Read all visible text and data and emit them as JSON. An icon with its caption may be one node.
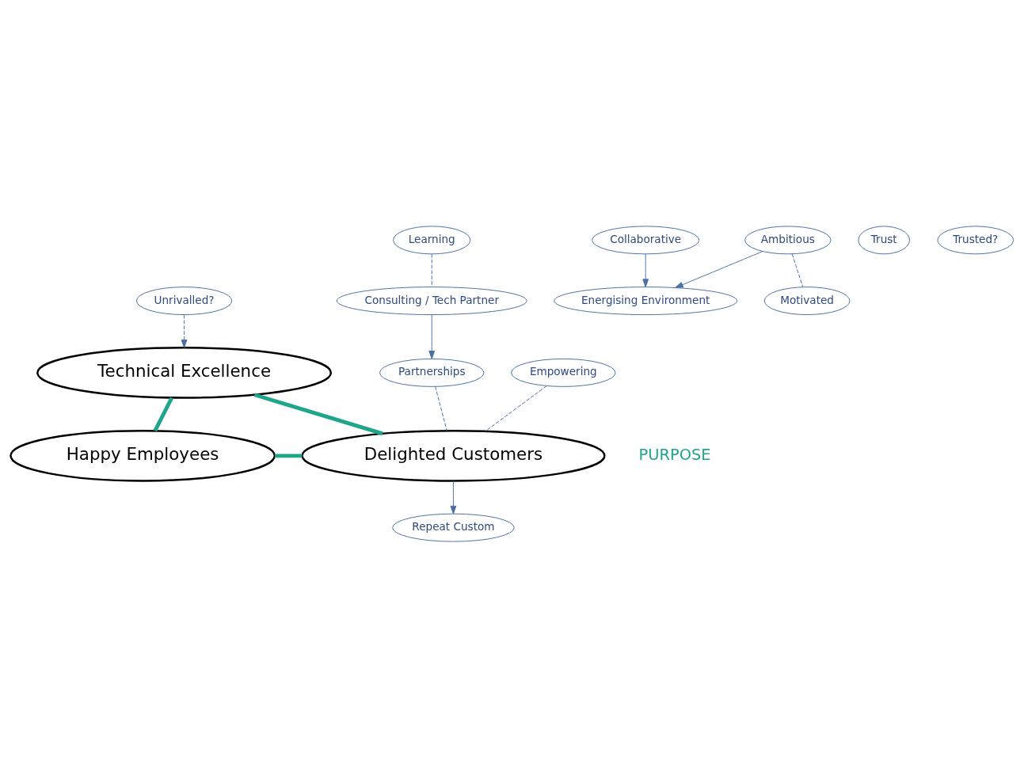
{
  "diagram": {
    "nodes": [
      {
        "text": [
          "Unrivalled?"
        ]
      },
      {
        "text": [
          "Learning"
        ]
      },
      {
        "text": [
          "Collaborative"
        ]
      },
      {
        "text": [
          "Technical Excellence"
        ]
      },
      {
        "text": [
          "Consulting / Tech Partner"
        ]
      },
      {
        "text": [
          "Energising Environment"
        ]
      },
      {
        "text": [
          "Partnerships"
        ]
      },
      {
        "text": [
          "Happy Employees"
        ]
      },
      {
        "text": [
          "Delighted Customers"
        ]
      },
      {
        "text": [
          "Ambitious"
        ]
      },
      {
        "text": [
          "Empowering"
        ]
      },
      {
        "text": [
          "Trust"
        ]
      },
      {
        "text": [
          "Repeat Custom"
        ]
      },
      {
        "text": [
          "Motivated"
        ]
      },
      {
        "text": [
          "Trusted?"
        ]
      }
    ],
    "edges": [
      {
        "from": 0,
        "to": 3,
        "arrow": "to",
        "style": "dashed"
      },
      {
        "from": 2,
        "to": 5,
        "arrow": "to"
      },
      {
        "from": 1,
        "to": 4,
        "arrow": "none",
        "style": "dashed"
      },
      {
        "from": 4,
        "to": 6,
        "arrow": "to"
      },
      {
        "from": 6,
        "to": 8,
        "arrow": "none",
        "style": "dashed"
      },
      {
        "from": 3,
        "to": 7,
        "arrow": "none",
        "style": "thick",
        "color": "#1fa58a"
      },
      {
        "from": 3,
        "to": 8,
        "arrow": "none",
        "style": "thick",
        "color": "#1fa58a"
      },
      {
        "from": 7,
        "to": 8,
        "arrow": "none",
        "style": "thick",
        "color": "#1fa58a"
      },
      {
        "from": 9,
        "to": 5,
        "arrow": "to"
      },
      {
        "from": 9,
        "to": 13,
        "arrow": "none",
        "style": "dashed"
      },
      {
        "from": 10,
        "to": 8,
        "arrow": "none",
        "style": "dashed"
      },
      {
        "from": 8,
        "to": 12,
        "arrow": "to"
      }
    ],
    "labels": [
      "PURPOSE"
    ]
  }
}
